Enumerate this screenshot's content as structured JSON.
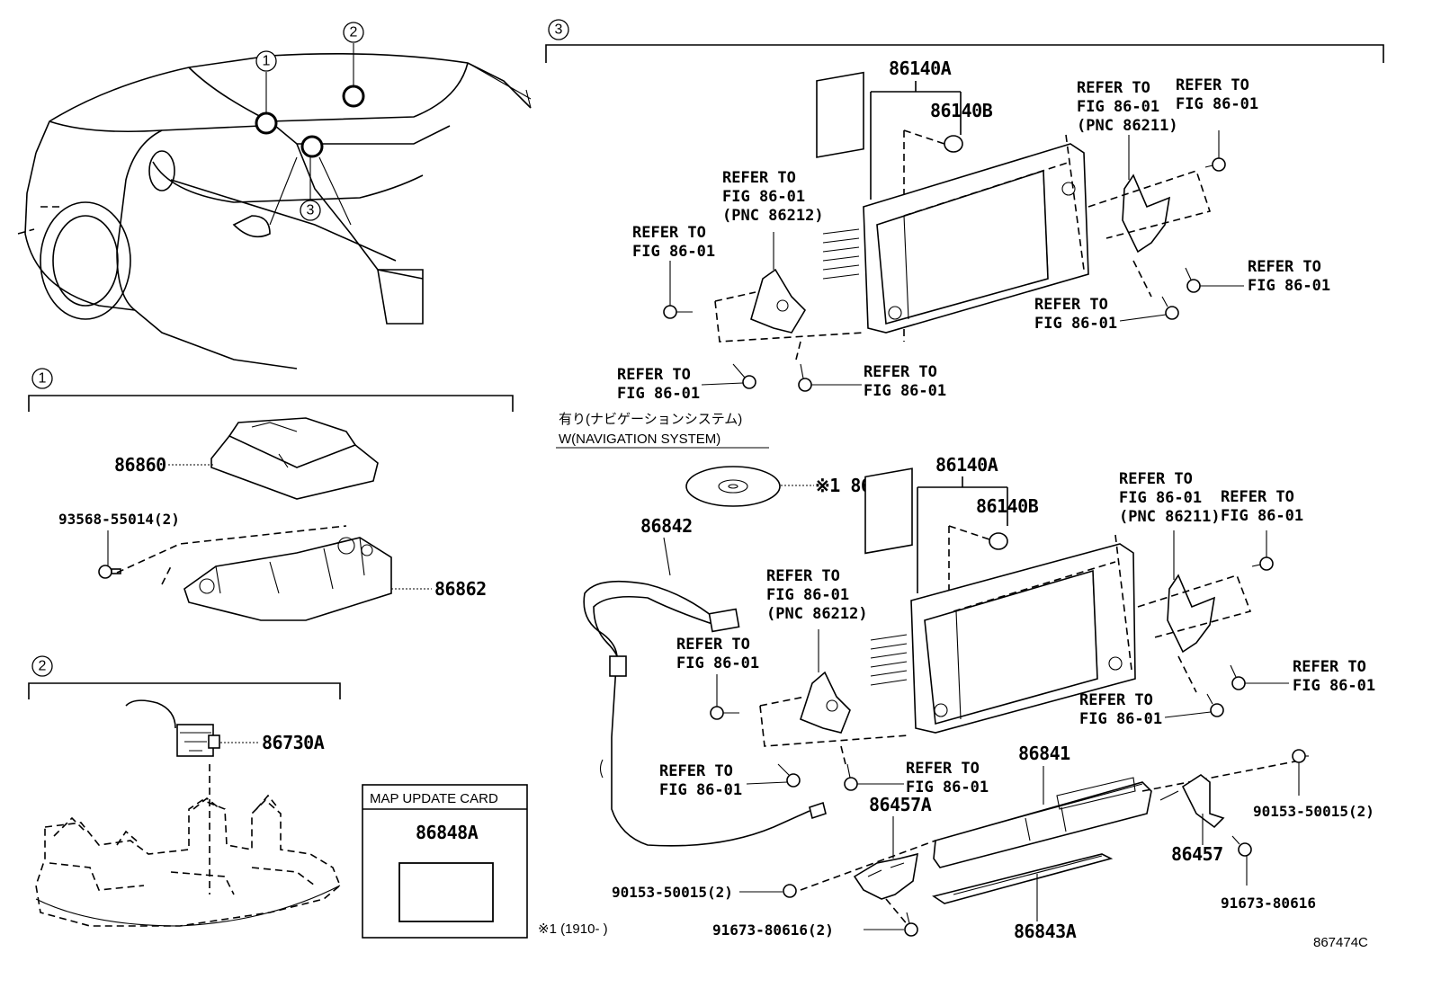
{
  "section_markers": [
    "1",
    "2",
    "3"
  ],
  "car_callouts": [
    "1",
    "2",
    "3"
  ],
  "section1": {
    "labels": [
      "86860",
      "93568-55014(2)",
      "86862"
    ]
  },
  "section2": {
    "labels": [
      "86730A"
    ]
  },
  "map_card": {
    "title": "MAP UPDATE CARD",
    "part": "86848A",
    "note": "※1 (1910-        )"
  },
  "section3_top": {
    "display": "86140A",
    "bezel": "86140B",
    "refs": [
      "REFER TO\nFIG 86-01\n(PNC 86211)",
      "REFER TO\nFIG 86-01",
      "REFER TO\nFIG 86-01\n(PNC 86212)",
      "REFER TO\nFIG 86-01",
      "REFER TO\nFIG 86-01",
      "REFER TO\nFIG 86-01",
      "REFER TO\nFIG 86-01",
      "REFER TO\nFIG 86-01"
    ]
  },
  "nav_condition": {
    "jp": "有り(ナビゲーションシステム)",
    "en": "W(NAVIGATION SYSTEM)"
  },
  "section3_nav": {
    "disc": "※1 86271",
    "cable": "86842",
    "display": "86140A",
    "bezel": "86140B",
    "module": "86841",
    "bracket_l": "86457A",
    "bracket_r": "86457",
    "cover": "86843A",
    "screw_l": "90153-50015(2)",
    "screw_r": "90153-50015(2)",
    "bolt_l": "91673-80616(2)",
    "bolt_r": "91673-80616",
    "refs": [
      "REFER TO\nFIG 86-01\n(PNC 86211)",
      "REFER TO\nFIG 86-01",
      "REFER TO\nFIG 86-01\n(PNC 86212)",
      "REFER TO\nFIG 86-01",
      "REFER TO\nFIG 86-01",
      "REFER TO\nFIG 86-01",
      "REFER TO\nFIG 86-01",
      "REFER TO\nFIG 86-01"
    ]
  },
  "figure_code": "867474C"
}
